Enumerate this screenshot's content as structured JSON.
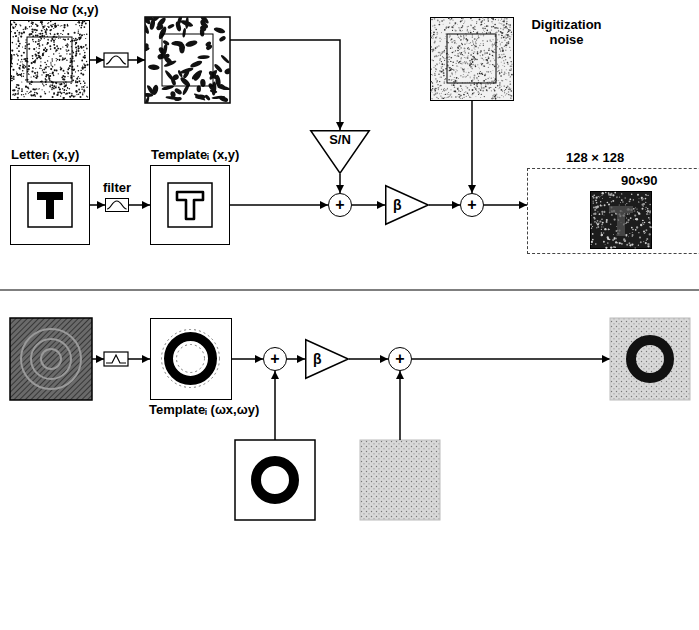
{
  "diagram": {
    "nodes": [
      {
        "text": [
          "Noise Nσ (x,y)"
        ]
      },
      {
        "text": [
          "Digitization noise"
        ]
      },
      {
        "text": [
          "Letterᵢ (x,y)"
        ]
      },
      {
        "text": [
          "filter"
        ]
      },
      {
        "text": [
          "Templateᵢ (x,y)"
        ]
      },
      {
        "text": [
          "S/N"
        ]
      },
      {
        "text": [
          "+"
        ]
      },
      {
        "text": [
          "β"
        ]
      },
      {
        "text": [
          "+"
        ]
      },
      {
        "text": [
          "128 × 128"
        ]
      },
      {
        "text": [
          "90×90"
        ],
        "in": 9
      },
      {
        "text": [
          "Templateᵢ (ωx,ωy)"
        ]
      },
      {
        "text": [
          "+"
        ]
      },
      {
        "text": [
          "β"
        ]
      },
      {
        "text": [
          "+"
        ]
      }
    ],
    "edges": [
      {
        "from": 2,
        "to": 3,
        "arrow": "to"
      },
      {
        "from": 3,
        "to": 4,
        "arrow": "to"
      },
      {
        "from": 4,
        "to": 6,
        "arrow": "to"
      },
      {
        "from": 5,
        "to": 6,
        "arrow": "to"
      },
      {
        "from": 6,
        "to": 7,
        "arrow": "to"
      },
      {
        "from": 7,
        "to": 8,
        "arrow": "to"
      },
      {
        "from": 1,
        "to": 8,
        "arrow": "to"
      },
      {
        "from": 8,
        "to": 9,
        "arrow": "to"
      },
      {
        "from": 11,
        "to": 12,
        "arrow": "to"
      },
      {
        "from": 12,
        "to": 13,
        "arrow": "to"
      },
      {
        "from": 13,
        "to": 14,
        "arrow": "to"
      }
    ]
  }
}
